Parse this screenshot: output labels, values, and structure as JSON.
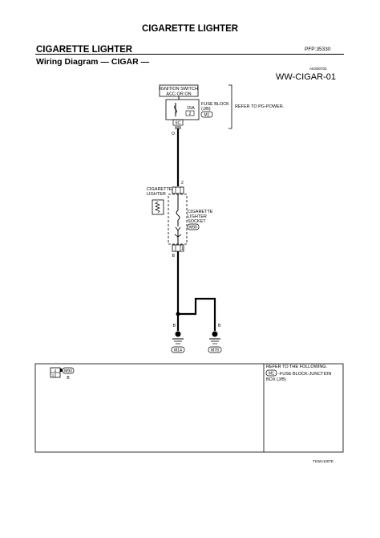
{
  "header": {
    "page_title": "CIGARETTE LIGHTER",
    "section_title": "CIGARETTE LIGHTER",
    "pfp_code": "PFP:35330",
    "subtitle": "Wiring Diagram — CIGAR —",
    "doc_id": "AKS00703",
    "diagram_id": "WW-CIGAR-01"
  },
  "diagram": {
    "ignition_switch_line1": "IGNITION SWITCH",
    "ignition_switch_line2": "ACC OR ON",
    "fuse_amp": "15A",
    "fuse_number": "2",
    "fuse_block_line1": "FUSE BLOCK",
    "fuse_block_line2": "(J/B)",
    "fuse_block_connector": "M1",
    "fuse_terminal": "6C",
    "refer_pg_power": "REFER TO PG-POWER.",
    "wire_color_top": "O",
    "socket_terminal_top": "2",
    "lighter_line1": "CIGARETTE",
    "lighter_line2": "LIGHTER",
    "socket_line1": "CIGARETTE",
    "socket_line2": "LIGHTER",
    "socket_line3": "SOCKET",
    "socket_connector": "M90",
    "socket_terminal_bottom": "1",
    "wire_color_mid": "B",
    "wire_color_left": "B",
    "wire_color_right": "B",
    "ground_left": "M14",
    "ground_right": "M78"
  },
  "legend": {
    "connector_pin_top": "2",
    "connector_pin_bottom_left": "1",
    "connector_id": "M90",
    "connector_color": "B",
    "refer_following": "REFER TO THE FOLLOWING.",
    "ref_connector": "M1",
    "ref_text_line1": "-FUSE BLOCK-JUNCTION",
    "ref_text_line2": "BOX (J/B)"
  },
  "footer": {
    "code": "TKWA1007E"
  }
}
